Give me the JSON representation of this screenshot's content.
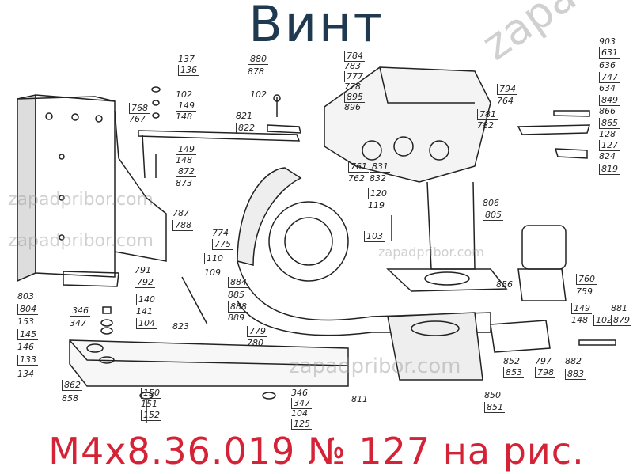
{
  "title": "Винт",
  "caption": "М4х8.36.019 № 127 на рис.",
  "watermark": "zapadpribor.com",
  "colors": {
    "title": "#1f3a50",
    "caption": "#d42236",
    "drawing": "#222222"
  },
  "part_labels": [
    "137",
    "136",
    "102",
    "149",
    "148",
    "768",
    "767",
    "149",
    "148",
    "872",
    "873",
    "880",
    "878",
    "102",
    "821",
    "822",
    "787",
    "788",
    "774",
    "775",
    "791",
    "792",
    "803",
    "804",
    "153",
    "145",
    "146",
    "133",
    "134",
    "110",
    "109",
    "140",
    "141",
    "346",
    "347",
    "104",
    "823",
    "884",
    "885",
    "888",
    "889",
    "779",
    "780",
    "862",
    "858",
    "150",
    "151",
    "152",
    "346",
    "347",
    "104",
    "125",
    "811",
    "784",
    "783",
    "777",
    "778",
    "895",
    "896",
    "794",
    "764",
    "781",
    "782",
    "761",
    "762",
    "831",
    "832",
    "120",
    "119",
    "103",
    "806",
    "805",
    "903",
    "631",
    "636",
    "747",
    "634",
    "849",
    "866",
    "865",
    "128",
    "127",
    "824",
    "819",
    "856",
    "760",
    "759",
    "149",
    "148",
    "102",
    "881",
    "879",
    "852",
    "853",
    "797",
    "798",
    "882",
    "883",
    "850",
    "851"
  ]
}
